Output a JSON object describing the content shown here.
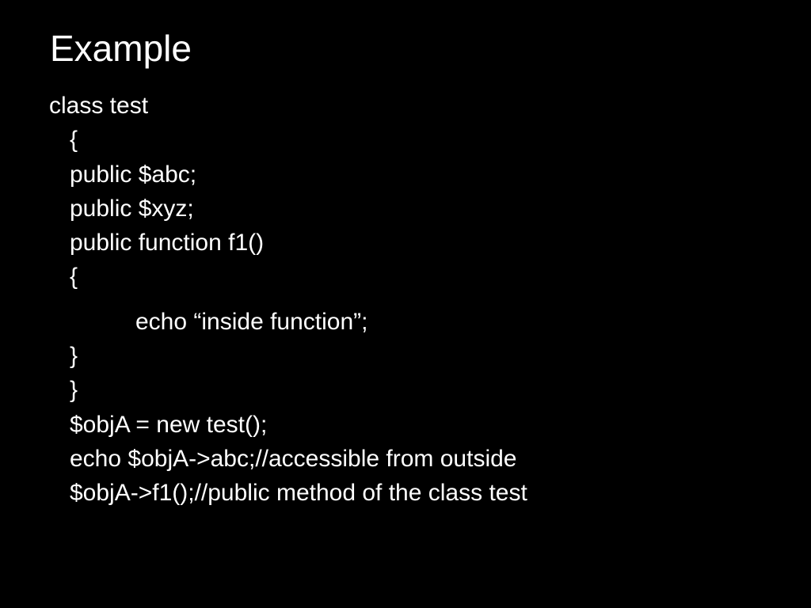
{
  "slide": {
    "title": "Example",
    "lines": [
      "class test",
      "{",
      "public $abc;",
      "public $xyz;",
      "public function f1()",
      "{",
      "echo “inside function”;",
      "}",
      "}",
      "$objA = new test();",
      "echo $objA->abc;//accessible from outside",
      "$objA->f1();//public method of the class test"
    ]
  }
}
